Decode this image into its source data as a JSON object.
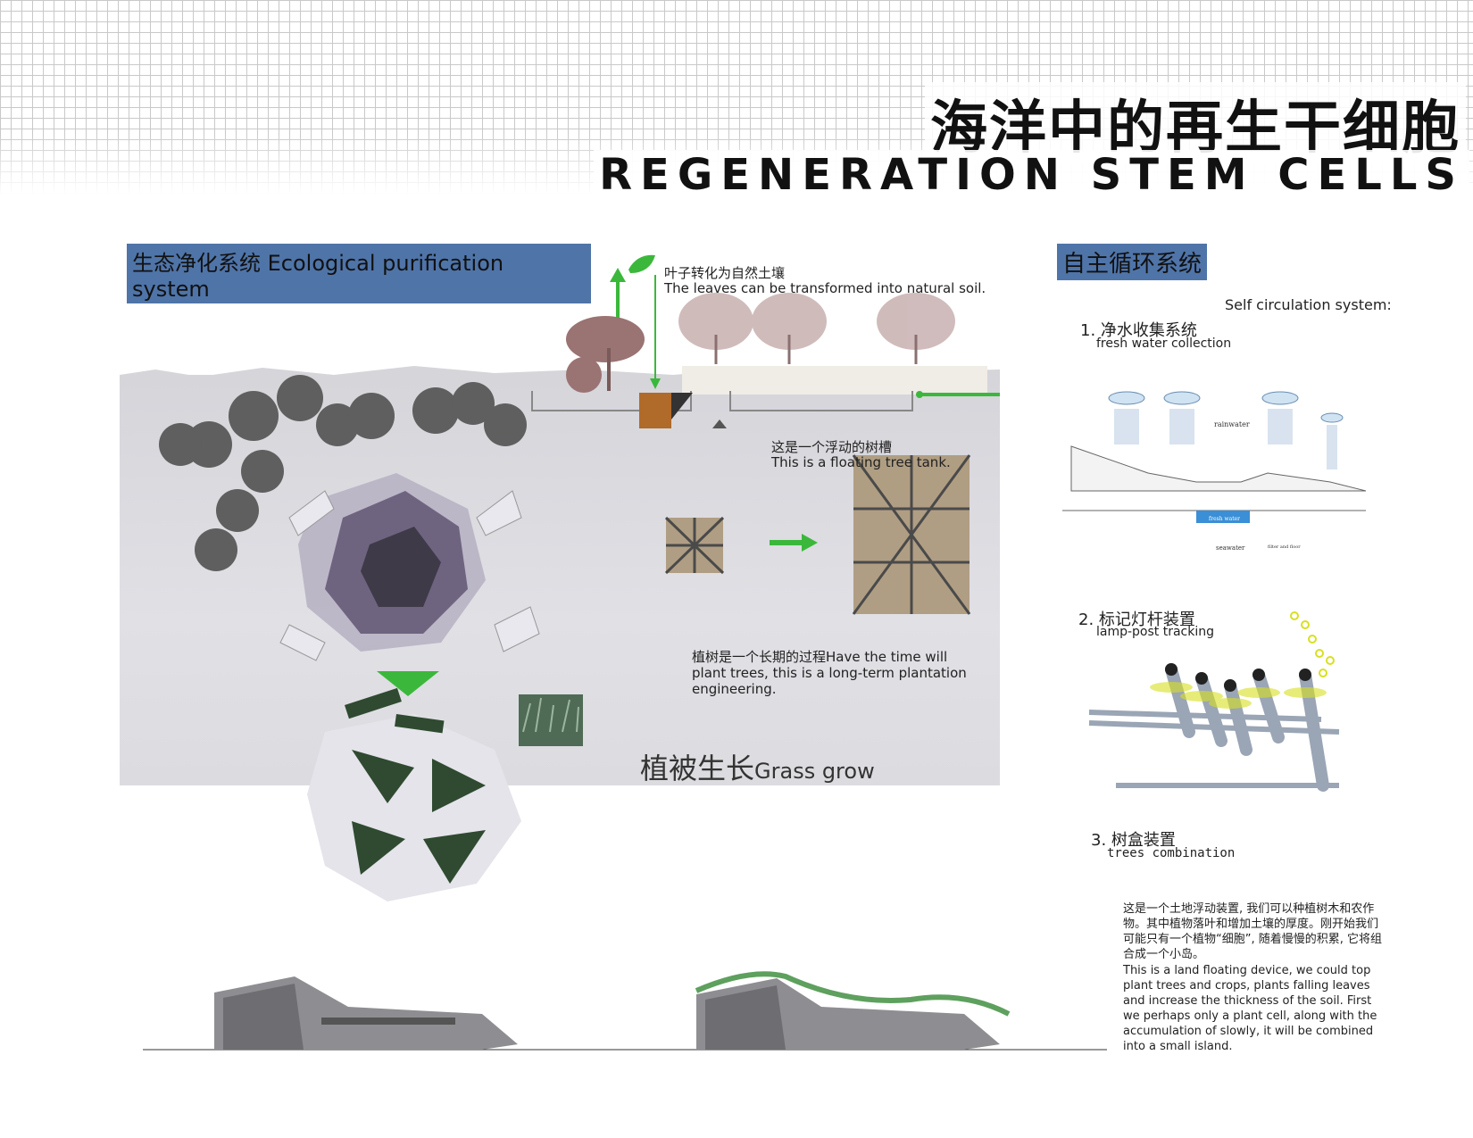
{
  "header": {
    "title_cn": "海洋中的再生干细胞",
    "title_en": "REGENERATION STEM CELLS"
  },
  "eco_section": {
    "label": "生态净化系统 Ecological purification system",
    "leaf_cn": "叶子转化为自然土壤",
    "leaf_en": "The leaves can be transformed into natural soil.",
    "tank_cn": "这是一个浮动的树槽",
    "tank_en": "This is a floating tree tank.",
    "plant_text": "植树是一个长期的过程Have the time will plant trees, this is a long-term plantation engineering.",
    "grass_cn": "植被生长",
    "grass_en": "Grass grow"
  },
  "self_section": {
    "label": "自主循环系统",
    "caption": "Self circulation system:",
    "items": [
      {
        "cn": "1. 净水收集系统",
        "en": "fresh water collection"
      },
      {
        "cn": "2. 标记灯杆装置",
        "en": "lamp-post tracking"
      },
      {
        "cn": "3. 树盒装置",
        "en": "trees combination"
      }
    ],
    "diagram_labels": {
      "rainwater": "rainwater",
      "fresh_water": "fresh water",
      "seawater": "seawater",
      "filter": "filter and floor"
    },
    "description_cn": "这是一个土地浮动装置, 我们可以种植树木和农作物。其中植物落叶和增加土壤的厚度。刚开始我们可能只有一个植物“细胞”, 随着慢慢的积累, 它将组合成一个小岛。",
    "description_en": "This is a land floating device, we could top plant trees and crops, plants falling leaves and increase the thickness of the soil. First we perhaps only a plant cell, along with the accumulation of slowly, it will be combined into a small island."
  },
  "colors": {
    "accent_green": "#3bb83b",
    "label_blue": "#4f74a8",
    "panel_gray": "#d9d9de",
    "lamp_yellow": "#d8e020"
  }
}
